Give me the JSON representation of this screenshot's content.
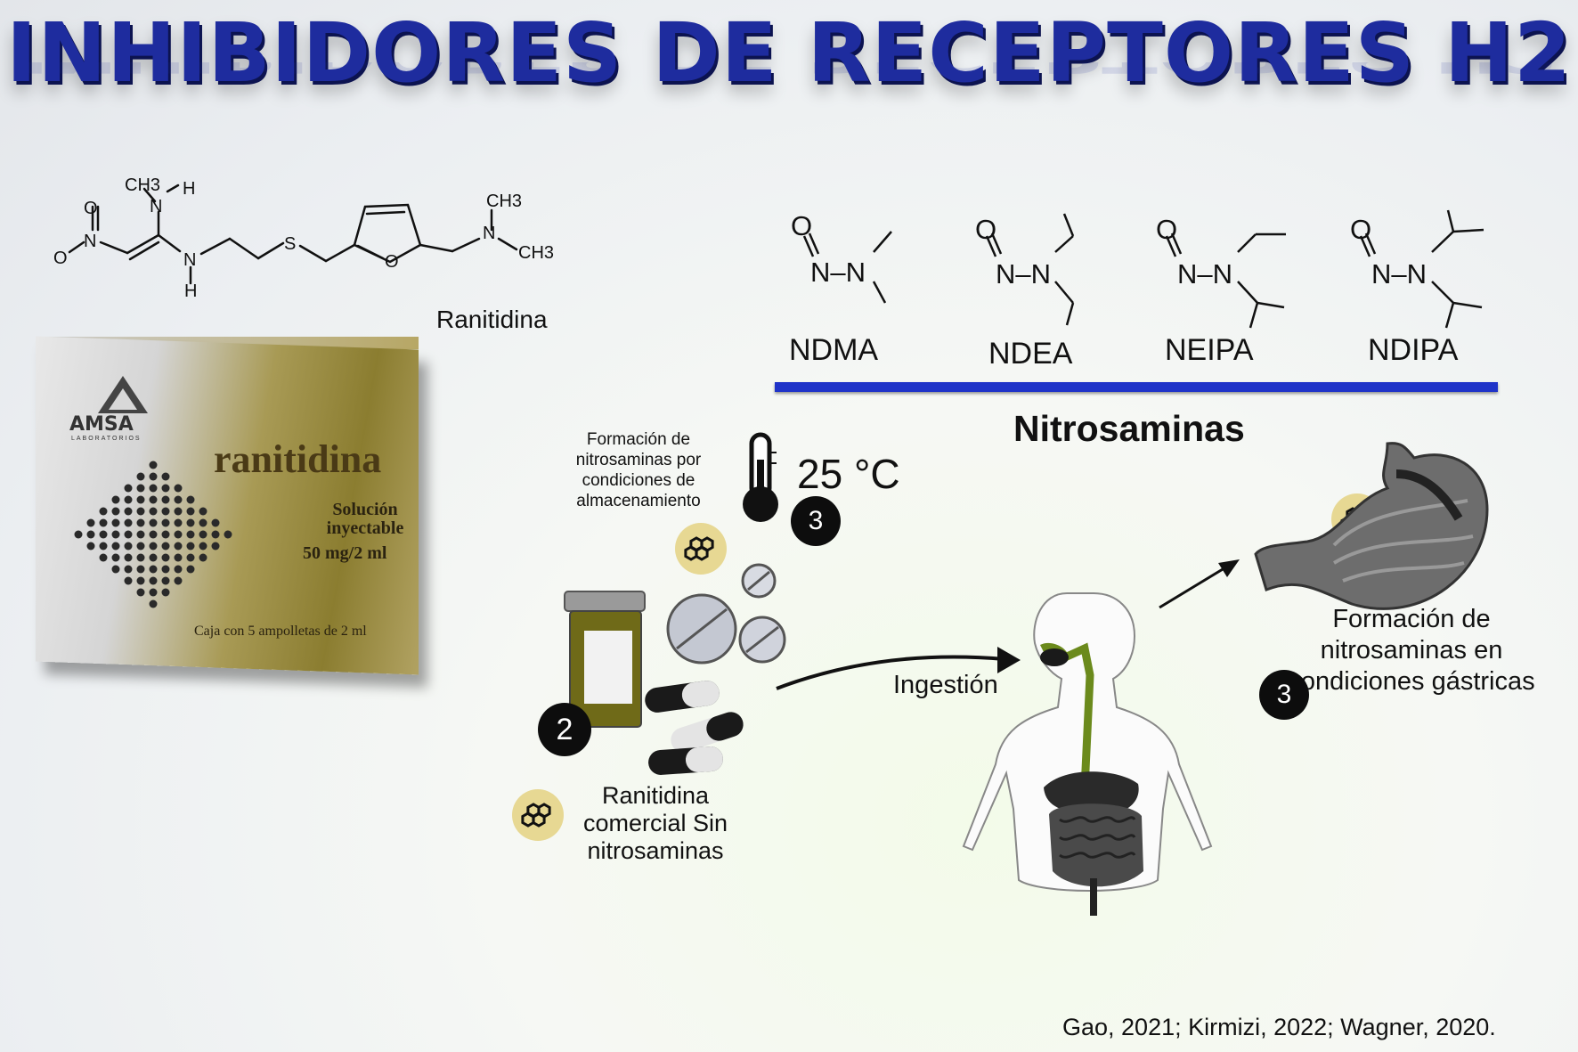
{
  "title": "INHIBIDORES DE RECEPTORES H2",
  "ranitidine": {
    "name": "Ranitidina",
    "atoms": {
      "ch3_top": "CH3",
      "h_top": "H",
      "n_top": "N",
      "o_nitro": "O",
      "n_nitro": "N",
      "o_minus": "O",
      "n_mid": "N",
      "h_bottom": "H",
      "s": "S",
      "o_ring": "O",
      "ch3_right_top": "CH3",
      "n_right": "N",
      "ch3_right": "CH3"
    }
  },
  "product_box": {
    "brand": "AMSA",
    "lab_text": "LABORATORIOS",
    "name": "ranitidina",
    "form": "Solución inyectable",
    "dose": "50 mg/2 ml",
    "count": "Caja con 5 ampolletas de 2 ml"
  },
  "nitrosamines": {
    "title": "Nitrosaminas",
    "atom_o": "O",
    "atom_nn": "N–N",
    "compounds": [
      "NDMA",
      "NDEA",
      "NEIPA",
      "NDIPA"
    ]
  },
  "storage": {
    "note": "Formación de nitrosaminas por condiciones de almacenamiento",
    "temperature": "25 °C",
    "badge": "3"
  },
  "commercial": {
    "badge": "2",
    "label": "Ranitidina comercial Sin nitrosaminas"
  },
  "ingestion_label": "Ingestión",
  "gastric": {
    "label": "Formación de nitrosaminas en condiciones gástricas",
    "badge": "3"
  },
  "citation": "Gao, 2021; Kirmizi, 2022; Wagner, 2020.",
  "colors": {
    "title_blue": "#1e2c9e",
    "separator_blue": "#1f33c8",
    "badge_black": "#0d0d0d",
    "molecule_yellow": "#e3d07a"
  }
}
